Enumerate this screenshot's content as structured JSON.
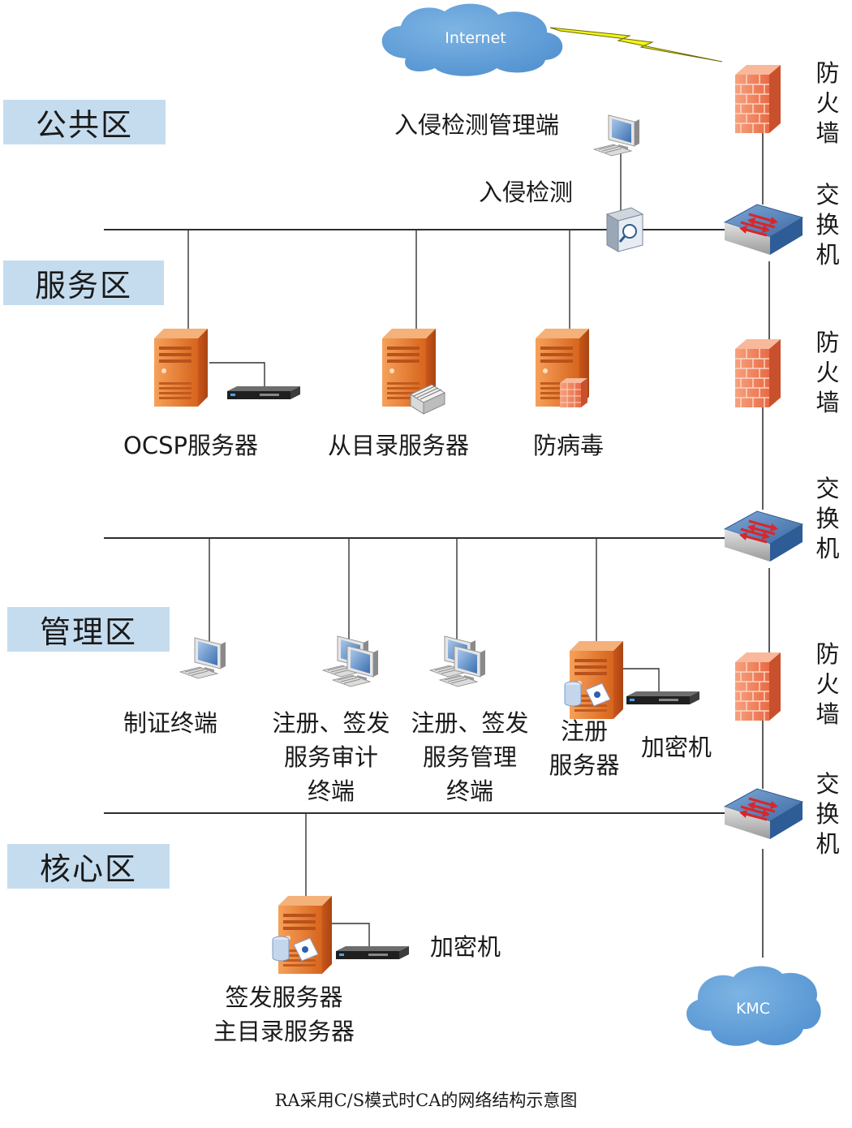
{
  "zones": {
    "public": "公共区",
    "service": "服务区",
    "management": "管理区",
    "core": "核心区"
  },
  "network": {
    "internet": "Internet",
    "kmc": "KMC",
    "firewall_label": [
      "防",
      "火",
      "墙"
    ],
    "switch_label": [
      "交",
      "换",
      "机"
    ]
  },
  "public_zone": {
    "ids_console": "入侵检测管理端",
    "ids": "入侵检测"
  },
  "service_zone": {
    "ocsp_server": "OCSP服务器",
    "slave_directory_server": "从目录服务器",
    "antivirus": "防病毒"
  },
  "management_zone": {
    "cert_terminal": "制证终端",
    "audit_terminal": [
      "注册、签发",
      "服务审计",
      "终端"
    ],
    "admin_terminal": [
      "注册、签发",
      "服务管理",
      "终端"
    ],
    "registration_server": [
      "注册",
      "服务器"
    ],
    "encryptor": "加密机"
  },
  "core_zone": {
    "signing_server": [
      "签发服务器",
      "主目录服务器"
    ],
    "encryptor": "加密机"
  },
  "caption": "RA采用C/S模式时CA的网络结构示意图",
  "colors": {
    "zone_bg": "#c5dcef",
    "cloud": "#5f9fd6",
    "server_orange": "#e8782a",
    "firewall": "#f08560",
    "switch": "#4f7fb5",
    "lightning": "#f2f21a"
  }
}
